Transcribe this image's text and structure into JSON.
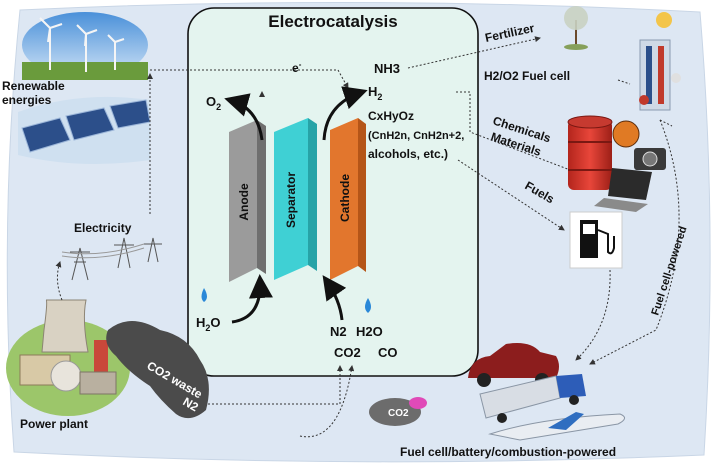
{
  "title": "Electrocatalysis",
  "cell": {
    "anode": "Anode",
    "separator": "Separator",
    "cathode": "Cathode",
    "electron": "e",
    "electron_sup": "-",
    "o2_main": "O",
    "o2_sub": "2",
    "h2_main": "H",
    "h2_sub": "2",
    "water_left_main": "H",
    "water_left_sub": "2",
    "water_left_tail": "O",
    "cxhyoz_line1": "CxHyOz",
    "cxhyoz_line2": "(CnH2n, CnH2n+2,",
    "cxhyoz_line3": "alcohols, etc.)",
    "feed_n2": "N2",
    "feed_h2o": "H2O",
    "feed_co2": "CO2",
    "feed_co": "CO",
    "nh3": "NH3"
  },
  "sources": {
    "renewable_line1": "Renewable",
    "renewable_line2": "energies",
    "electricity": "Electricity",
    "power_plant": "Power plant",
    "co2_waste": "CO2 waste",
    "n2": "N2",
    "co2_small": "CO2"
  },
  "products": {
    "fertilizer": "Fertilizer",
    "fuel_cell": "H2/O2 Fuel cell",
    "chemicals": "Chemicals",
    "materials": "Materials",
    "fuels": "Fuels",
    "fuel_cell_powered": "Fuel cell-powered",
    "transport": "Fuel cell/battery/combustion-powered"
  },
  "colors": {
    "background_blob": "#dde7f3",
    "central_panel": "#e4f4ef",
    "anode": "#9b9b9b",
    "separator": "#3fd0d4",
    "cathode": "#e2762d",
    "water_drop": "#2a88d8"
  }
}
